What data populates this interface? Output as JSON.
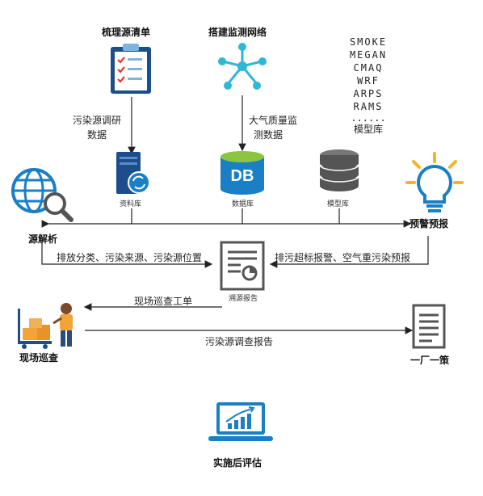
{
  "top": {
    "sort_sources": "梳理源清单",
    "build_network": "搭建监测网络",
    "models_list": [
      "SMOKE",
      "MEGAN",
      "CMAQ",
      "WRF",
      "ARPS",
      "RAMS",
      "......"
    ],
    "model_repo_label": "模型库"
  },
  "flows": {
    "survey_data": [
      "污染源调研",
      "数据"
    ],
    "air_quality_data": [
      "大气质量监",
      "测数据"
    ]
  },
  "stores": {
    "material_db": "资料库",
    "database": "数据库",
    "database_icon_text": "DB",
    "model_db": "模型库"
  },
  "middle": {
    "source_analysis": "源解析",
    "early_warning": "预警预报",
    "left_flow": "排放分类、污染来源、污染源位置",
    "right_flow": "排污超标报警、空气重污染预报",
    "report": "溯源报告"
  },
  "bottom": {
    "work_order": "现场巡查工单",
    "field_inspection": "现场巡查",
    "survey_report": "污染源调查报告",
    "one_factory": "一厂一策",
    "post_evaluation": "实施后评估"
  },
  "colors": {
    "primary": "#1a7fc4",
    "dark_blue": "#1b4e8a",
    "accent_red": "#e23b2e",
    "arrow": "#222222",
    "model_gray": "#555555",
    "bulb_yellow": "#f2b61f"
  }
}
